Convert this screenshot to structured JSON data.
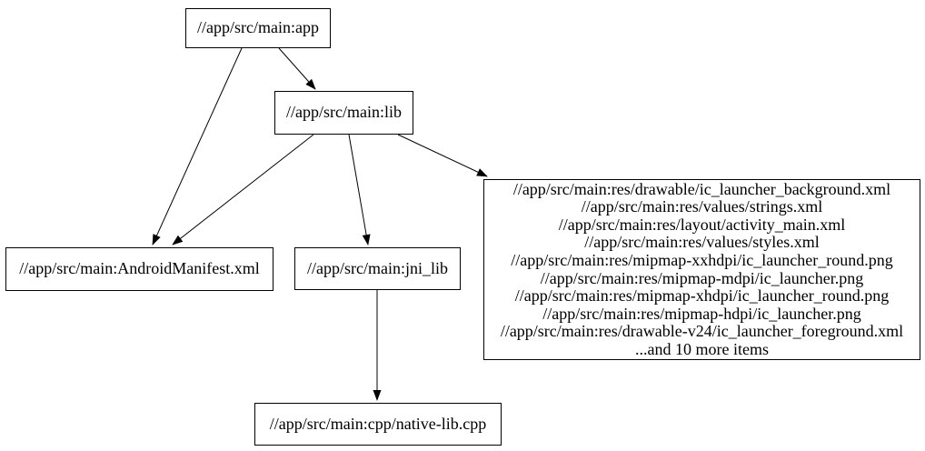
{
  "diagram": {
    "type": "directed-graph",
    "background_color": "#ffffff",
    "node_border_color": "#000000",
    "edge_color": "#000000",
    "text_color": "#000000"
  },
  "nodes": {
    "app": {
      "label": "//app/src/main:app"
    },
    "lib": {
      "label": "//app/src/main:lib"
    },
    "manifest": {
      "label": "//app/src/main:AndroidManifest.xml"
    },
    "jni_lib": {
      "label": "//app/src/main:jni_lib"
    },
    "native_cpp": {
      "label": "//app/src/main:cpp/native-lib.cpp"
    },
    "resources": {
      "lines": [
        "//app/src/main:res/drawable/ic_launcher_background.xml",
        "//app/src/main:res/values/strings.xml",
        "//app/src/main:res/layout/activity_main.xml",
        "//app/src/main:res/values/styles.xml",
        "//app/src/main:res/mipmap-xxhdpi/ic_launcher_round.png",
        "//app/src/main:res/mipmap-mdpi/ic_launcher.png",
        "//app/src/main:res/mipmap-xhdpi/ic_launcher_round.png",
        "//app/src/main:res/mipmap-hdpi/ic_launcher.png",
        "//app/src/main:res/drawable-v24/ic_launcher_foreground.xml",
        "...and 10 more items"
      ]
    }
  },
  "edges": [
    {
      "from": "app",
      "to": "lib"
    },
    {
      "from": "app",
      "to": "manifest"
    },
    {
      "from": "lib",
      "to": "manifest"
    },
    {
      "from": "lib",
      "to": "jni_lib"
    },
    {
      "from": "lib",
      "to": "resources"
    },
    {
      "from": "jni_lib",
      "to": "native_cpp"
    }
  ]
}
